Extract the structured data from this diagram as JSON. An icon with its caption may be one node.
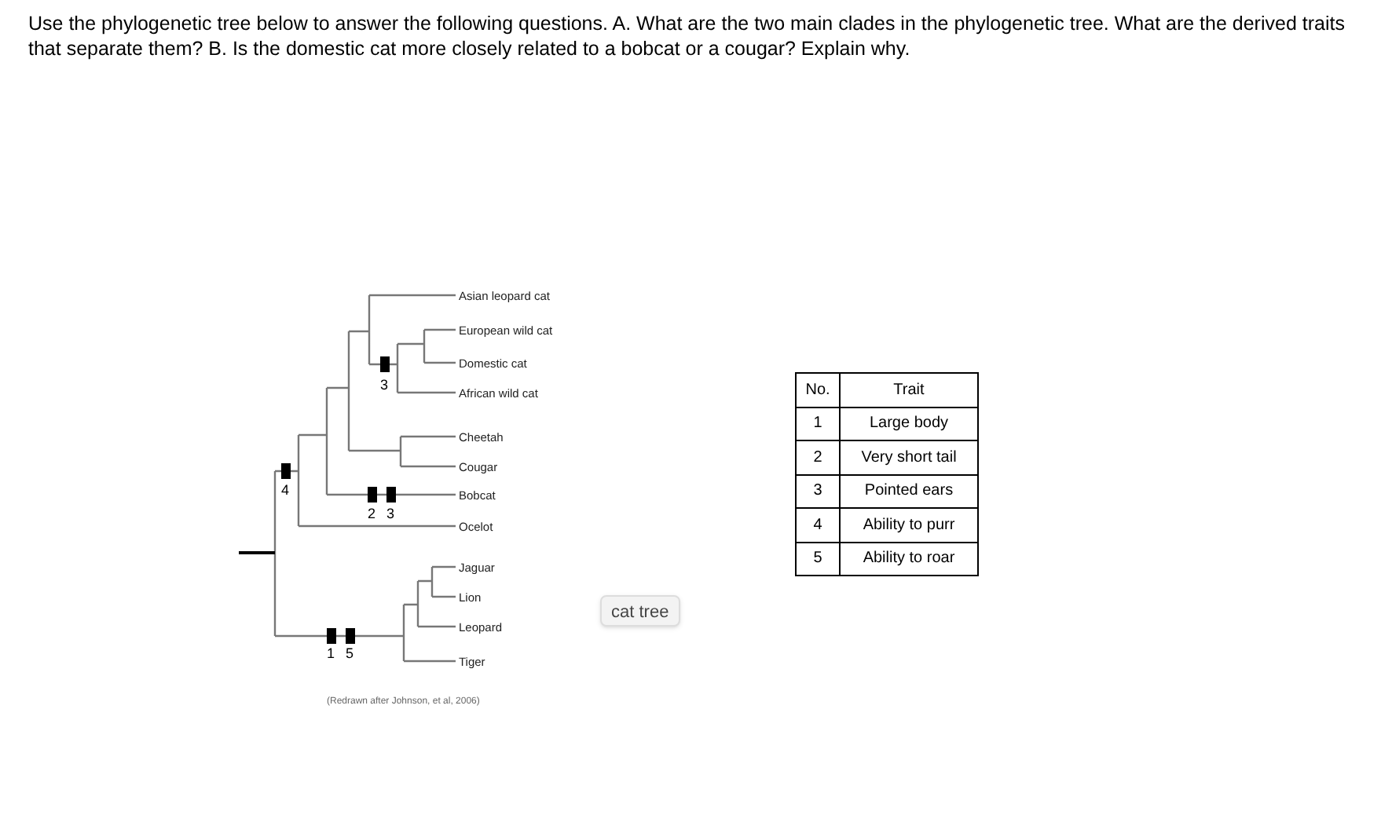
{
  "diagram": {
    "title": "Use the phylogenetic tree below to answer the following questions. A. What are the two main clades in the phylogenetic tree. What are the derived traits that separate them? B. Is the domestic cat more closely related to a bobcat or a cougar? Explain why.",
    "labels": [
      "Asian leopard cat",
      "European wild cat",
      "Domestic cat",
      "3",
      "African wild cat",
      "Cheetah",
      "Cougar",
      "4",
      "Bobcat",
      "2",
      "3",
      "Ocelot",
      "Jaguar",
      "Lion",
      "Leopard",
      "1",
      "5",
      "Tiger",
      "(Redrawn after Johnson, et al, 2006)",
      "No.",
      "Trait",
      "1",
      "Large body",
      "2",
      "Very short tail",
      "3",
      "Pointed ears",
      "4",
      "Ability to purr",
      "5",
      "Ability to roar",
      "cat tree"
    ]
  }
}
